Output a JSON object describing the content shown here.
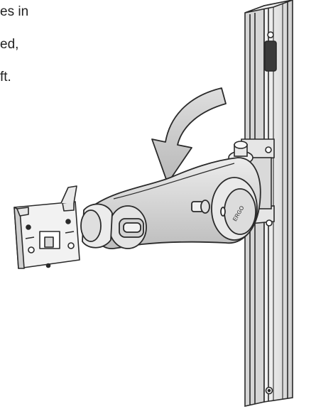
{
  "instruction_text": {
    "lines": [
      "es in",
      "ed,",
      "ft."
    ]
  },
  "illustration": {
    "badge_text": "ERGO"
  }
}
